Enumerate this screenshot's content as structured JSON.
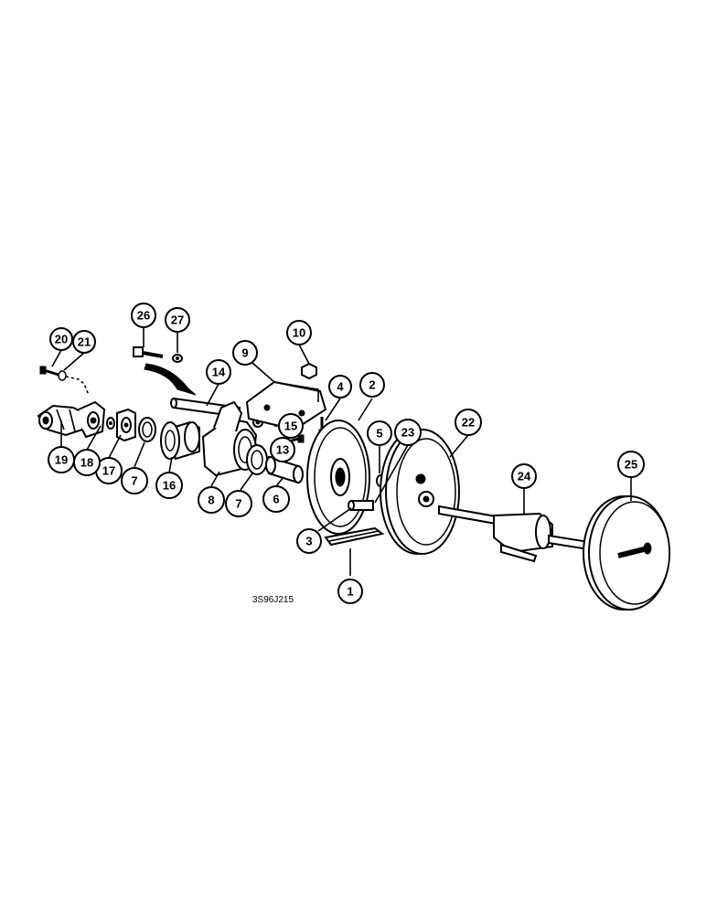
{
  "figure_code": "3S96J215",
  "callouts": [
    {
      "id": "c1",
      "label": "1"
    },
    {
      "id": "c2",
      "label": "2"
    },
    {
      "id": "c3",
      "label": "3"
    },
    {
      "id": "c4",
      "label": "4"
    },
    {
      "id": "c5",
      "label": "5"
    },
    {
      "id": "c6",
      "label": "6"
    },
    {
      "id": "c7a",
      "label": "7"
    },
    {
      "id": "c7b",
      "label": "7"
    },
    {
      "id": "c8",
      "label": "8"
    },
    {
      "id": "c9",
      "label": "9"
    },
    {
      "id": "c10",
      "label": "10"
    },
    {
      "id": "c13",
      "label": "13"
    },
    {
      "id": "c14",
      "label": "14"
    },
    {
      "id": "c15",
      "label": "15"
    },
    {
      "id": "c16",
      "label": "16"
    },
    {
      "id": "c17",
      "label": "17"
    },
    {
      "id": "c18",
      "label": "18"
    },
    {
      "id": "c19",
      "label": "19"
    },
    {
      "id": "c20",
      "label": "20"
    },
    {
      "id": "c21",
      "label": "21"
    },
    {
      "id": "c22",
      "label": "22"
    },
    {
      "id": "c23",
      "label": "23"
    },
    {
      "id": "c24",
      "label": "24"
    },
    {
      "id": "c25",
      "label": "25"
    },
    {
      "id": "c26",
      "label": "26"
    },
    {
      "id": "c27",
      "label": "27"
    }
  ]
}
